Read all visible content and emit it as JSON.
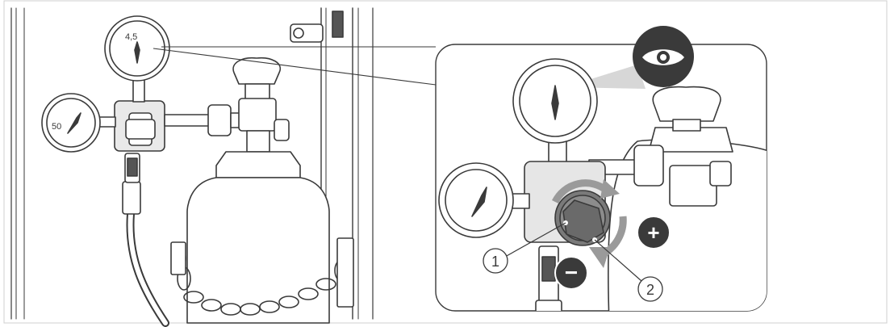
{
  "figure": {
    "gauge_labels": {
      "outlet_gauge_value": "4,5",
      "inlet_gauge_value": "50"
    },
    "callouts": [
      {
        "id": "1",
        "label": "1"
      },
      {
        "id": "2",
        "label": "2"
      }
    ],
    "symbols": {
      "increase": "+",
      "decrease": "−",
      "inspect_icon": "eye-icon",
      "rotate_icon": "rotation-arrows-icon"
    },
    "colors": {
      "line": "#3a3a3a",
      "fill_light": "#ffffff",
      "shade": "#e4e4e4",
      "dark_badge": "#3a3a3a",
      "rotation_arrows": "#9a9a9a",
      "callout_wedge": "#d7d7d7"
    }
  }
}
